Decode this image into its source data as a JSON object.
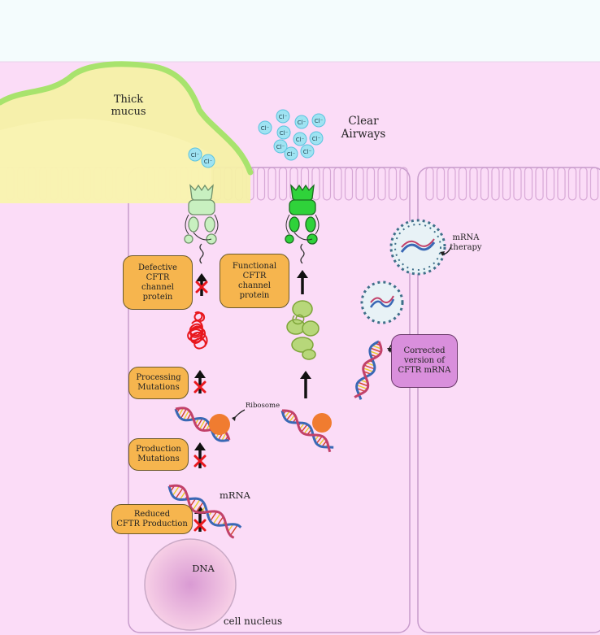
{
  "labels": {
    "thick_mucus": "Thick\nmucus",
    "clear_airways": "Clear\nAirways",
    "ribosome": "Ribosome",
    "mrna": "mRNA",
    "dna": "DNA",
    "cell_nucleus": "cell nucleus",
    "mrna_therapy": "mRNA\ntherapy",
    "chloride_ion": "Cl⁻"
  },
  "boxes": {
    "defective": "Defective\nCFTR\nchannel\nprotein",
    "functional": "Functional\nCFTR\nchannel\nprotein",
    "processing": "Processing\nMutations",
    "production": "Production\nMutations",
    "reduced": "Reduced\nCFTR Production",
    "corrected": "Corrected\nversion of\nCFTR mRNA"
  },
  "colors": {
    "cell": "#fbdcf7",
    "cell_border": "#c89ccc",
    "mucus": "#f6f0a6",
    "mucus_border": "#a8e36d",
    "channel_defective": "#c8f0c0",
    "channel_functional": "#2fd23a",
    "box_orange": "#f6b54e",
    "box_purple": "#d98fdc",
    "ion": "#9fe3f2",
    "misfolded": "#e8171d",
    "folded": "#9fc65a",
    "ribosome": "#f07c30"
  }
}
